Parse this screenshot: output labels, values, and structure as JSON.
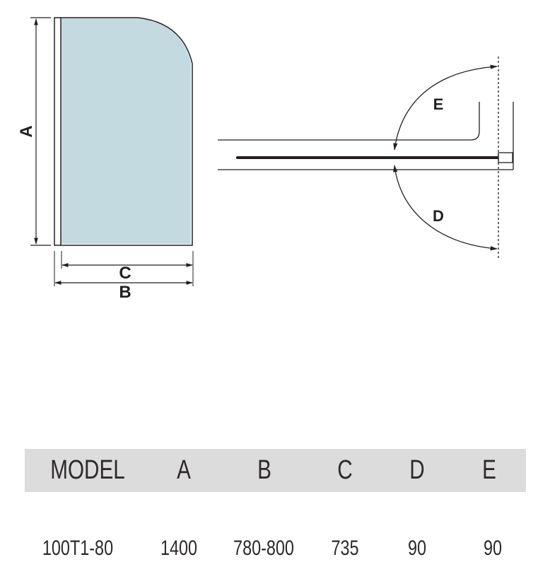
{
  "diagram": {
    "front_view_labels": {
      "height": "A",
      "glass_width": "C",
      "total_width": "B"
    },
    "top_view_labels": {
      "swing_out": "E",
      "swing_in": "D"
    },
    "glass_color": "#c4dae1",
    "line_color": "#231f20"
  },
  "table": {
    "header_bg": "#dcdcdc",
    "headers": [
      "MODEL",
      "A",
      "B",
      "C",
      "D",
      "E"
    ],
    "rows": [
      [
        "100T1-80",
        "1400",
        "780-800",
        "735",
        "90",
        "90"
      ]
    ]
  }
}
